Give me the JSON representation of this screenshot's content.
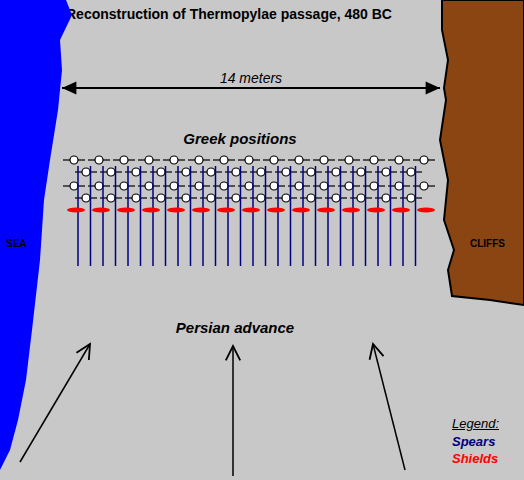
{
  "diagram": {
    "title": "Reconstruction of Thermopylae passage, 480 BC",
    "nodes": [
      {
        "text": [
          "SEA"
        ]
      },
      {
        "text": [
          "CLIFFS"
        ]
      }
    ],
    "edges": [
      {
        "from": 0,
        "to": 1,
        "arrow": "both",
        "label": "14 meters"
      }
    ],
    "labels": [
      "Greek positions",
      "Persian advance",
      "Legend:"
    ],
    "legend": [
      {
        "text": "Spears",
        "color": "#000080"
      },
      {
        "text": "Shields",
        "color": "#ff0000"
      }
    ]
  }
}
